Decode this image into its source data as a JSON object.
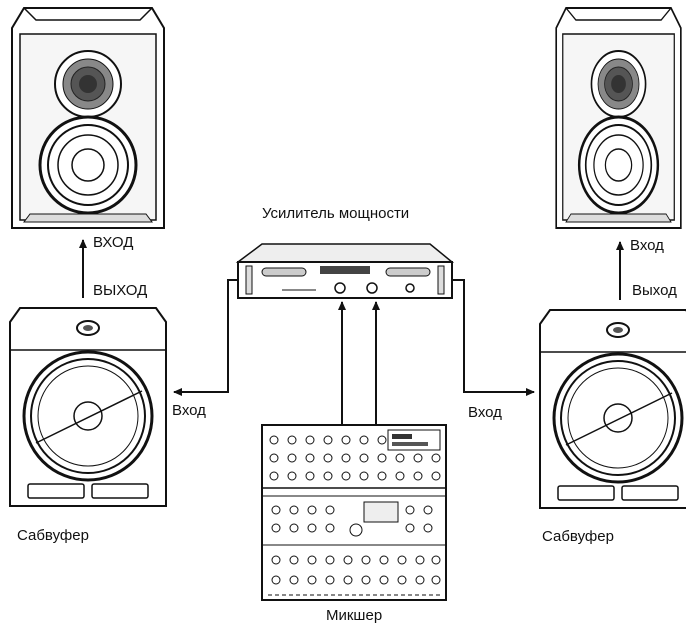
{
  "labels": {
    "amplifier": "Усилитель мощности",
    "mixer": "Микшер",
    "left_input": "ВХОД",
    "left_output": "ВЫХОД",
    "right_input": "Вход",
    "right_output": "Выход",
    "left_sub_input": "Вход",
    "right_sub_input": "Вход",
    "left_subwoofer": "Сабвуфер",
    "right_subwoofer": "Сабвуфер"
  },
  "icons": {
    "monitor": "speaker-icon",
    "subwoofer": "subwoofer-icon",
    "amplifier": "amplifier-icon",
    "mixer": "mixer-icon"
  }
}
